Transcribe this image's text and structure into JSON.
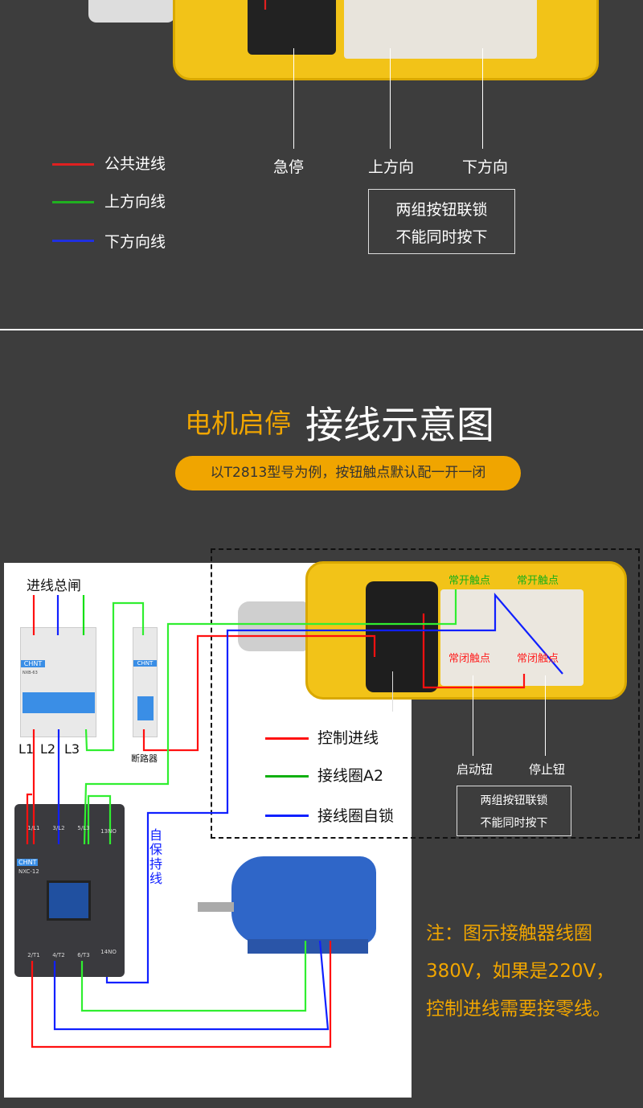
{
  "top": {
    "legend": [
      {
        "label": "公共进线",
        "color": "#e02020"
      },
      {
        "label": "上方向线",
        "color": "#20b020"
      },
      {
        "label": "下方向线",
        "color": "#2030e0"
      }
    ],
    "callouts": [
      "急停",
      "上方向",
      "下方向"
    ],
    "note_lines": [
      "两组按钮联锁",
      "不能同时按下"
    ]
  },
  "section": {
    "title_accent": "电机启停",
    "title_main": "接线示意图",
    "subtitle": "以T2813型号为例，按钮触点默认配一开一闭",
    "accent_color": "#f0a500"
  },
  "diagram": {
    "main_switch": "进线总闸",
    "phases": [
      "L1",
      "L2",
      "L3"
    ],
    "breaker": "断路器",
    "brand": "CHNT",
    "breaker_model": "NXB-63",
    "contactor_model": "NXC-12",
    "contactor_top_terminals": [
      "1/L1",
      "3/L2",
      "5/L3",
      "13NO"
    ],
    "contactor_bottom_terminals": [
      "2/T1",
      "4/T2",
      "6/T3",
      "14NO"
    ],
    "self_hold": "自保持线",
    "contacts": {
      "no_1": "常开触点",
      "no_2": "常开触点",
      "nc_1": "常闭触点",
      "nc_2": "常闭触点"
    },
    "legend": [
      {
        "label": "控制进线",
        "color": "#ff1010"
      },
      {
        "label": "接线圈A2",
        "color": "#10b010"
      },
      {
        "label": "接线圈自锁",
        "color": "#1020ff"
      }
    ],
    "buttons": [
      "启动钮",
      "停止钮"
    ],
    "interlock": [
      "两组按钮联锁",
      "不能同时按下"
    ],
    "note": [
      "注：图示接触器线圈",
      "380V，如果是220V，",
      "控制进线需要接零线。"
    ]
  }
}
